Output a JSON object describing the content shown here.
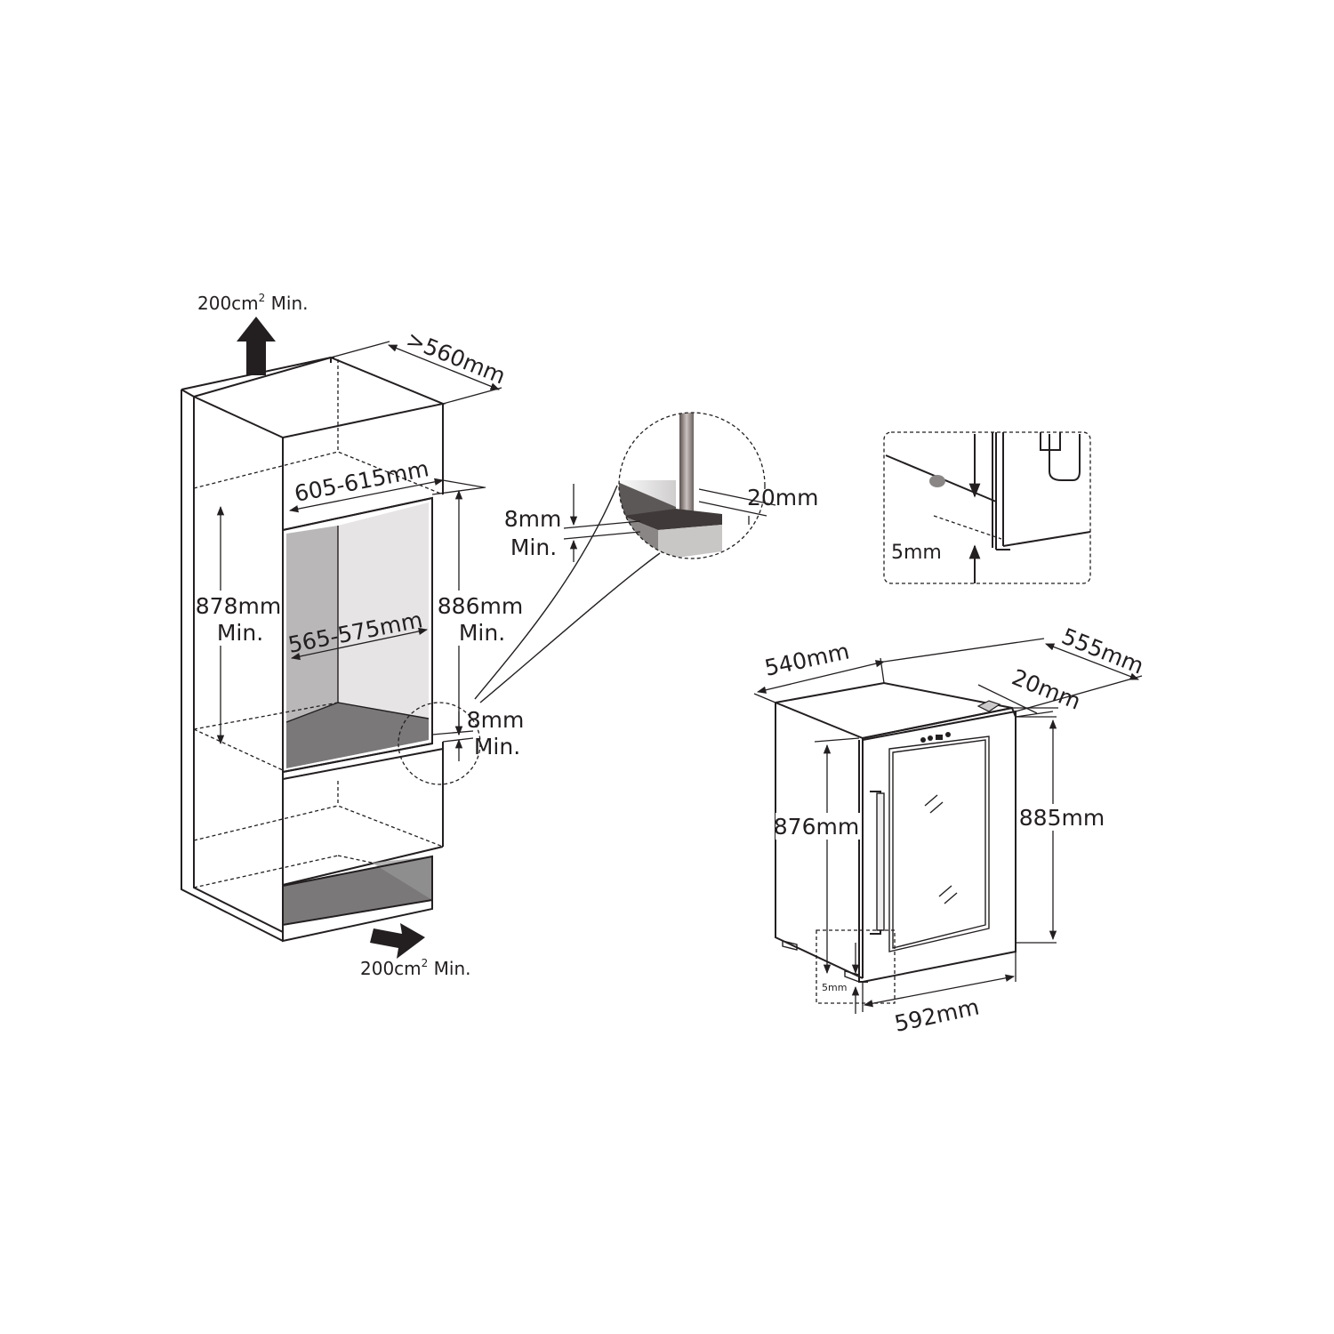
{
  "colors": {
    "line": "#231f20",
    "cavity_light": "#e4e2e2",
    "cavity_side": "#bdbbbb",
    "cavity_floor": "#787676",
    "background": "#ffffff"
  },
  "cabinet": {
    "vent_top": {
      "value": "200cm",
      "sup": "2",
      "suffix": " Min."
    },
    "vent_bottom": {
      "value": "200cm",
      "sup": "2",
      "suffix": " Min."
    },
    "depth": ">560mm",
    "width": "605-615mm",
    "inner_width": "565-575mm",
    "height_left": {
      "value": "878mm",
      "note": "Min."
    },
    "height_right": {
      "value": "886mm",
      "note": "Min."
    },
    "gap_bottom": {
      "value": "8mm",
      "note": "Min."
    }
  },
  "detail_zoom": {
    "gap": {
      "value": "8mm",
      "note": "Min."
    },
    "door_thickness": "20mm"
  },
  "detail_feet": {
    "clearance": "5mm"
  },
  "appliance": {
    "depth_body": "540mm",
    "depth_total": "555mm",
    "door_thickness": "20mm",
    "height_body": "876mm",
    "height_total": "885mm",
    "width": "592mm",
    "foot_clearance": "5mm"
  }
}
